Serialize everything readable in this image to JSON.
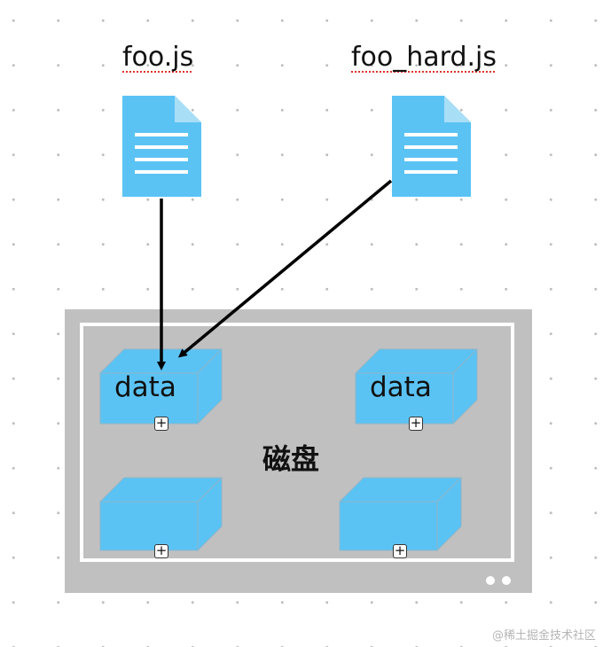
{
  "files": {
    "left": {
      "name": "foo.js",
      "icon": "document-icon"
    },
    "right": {
      "name": "foo_hard.js",
      "icon": "document-icon"
    }
  },
  "disk": {
    "label": "磁盘",
    "blocks": [
      {
        "text": "data",
        "expand": "+"
      },
      {
        "text": "data",
        "expand": "+"
      },
      {
        "text": "",
        "expand": "+"
      },
      {
        "text": "",
        "expand": "+"
      }
    ]
  },
  "watermark": "@稀土掘金技术社区",
  "colors": {
    "block_front": "#5bc3f4",
    "block_top": "#5bc3f4",
    "block_side": "#5bc3f4",
    "block_edge": "#8fb6c8",
    "file": "#5bc3f4",
    "file_fold": "#a9def7",
    "disk_frame": "#c0c0c0",
    "arrow": "#000000"
  }
}
